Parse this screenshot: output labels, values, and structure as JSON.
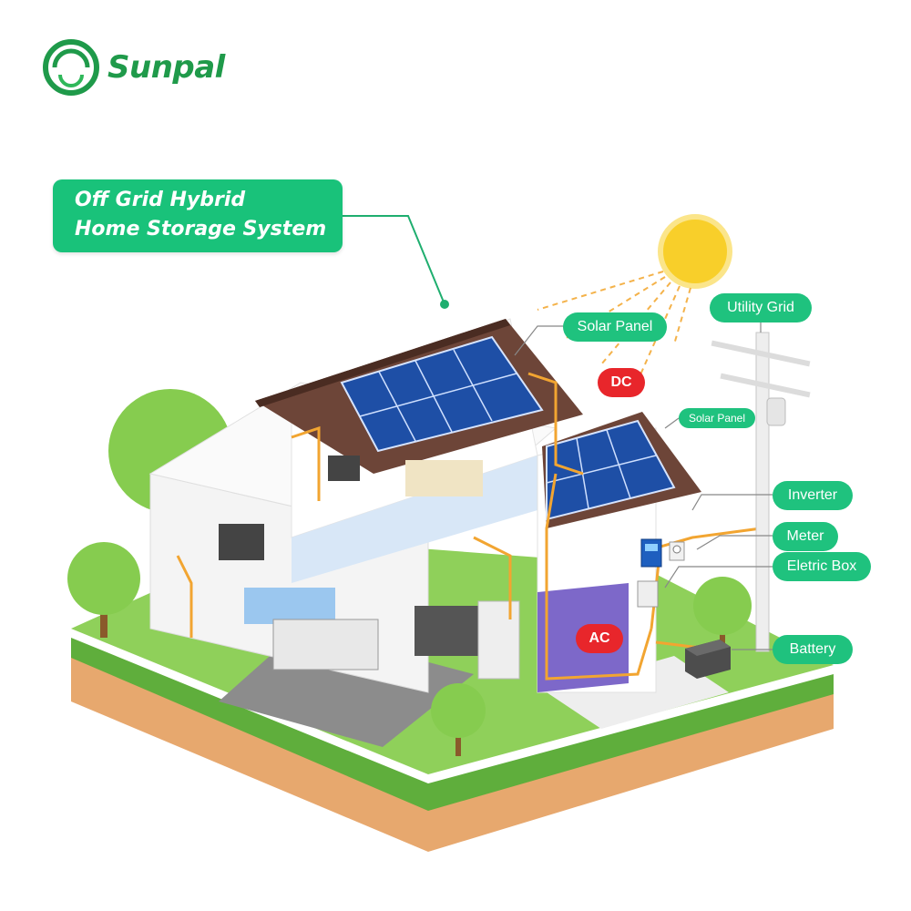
{
  "brand": {
    "name": "Sunpal",
    "color": "#1f9a4a"
  },
  "title": {
    "line1": "Off Grid Hybrid",
    "line2": "Home Storage System"
  },
  "labels": {
    "utility_grid": "Utility Grid",
    "solar_panel_main": "Solar Panel",
    "dc": "DC",
    "solar_panel_small": "Solar Panel",
    "inverter": "Inverter",
    "meter": "Meter",
    "electric_box": "Eletric Box",
    "ac": "AC",
    "battery": "Battery"
  },
  "colors": {
    "label_green": "#1fc27e",
    "label_red": "#e8262b",
    "wire_orange": "#f2a531",
    "sun_yellow": "#f8cf2a",
    "grass": "#7cc44a",
    "soil": "#e7a86e",
    "roof": "#6d4538",
    "panel_blue": "#1e4fa6"
  },
  "icons": [
    "sunpal-logo-icon",
    "sun-icon",
    "tree-icon",
    "utility-pole-icon",
    "solar-panel-icon",
    "inverter-icon",
    "meter-icon",
    "electric-box-icon",
    "battery-icon",
    "house-icon"
  ]
}
